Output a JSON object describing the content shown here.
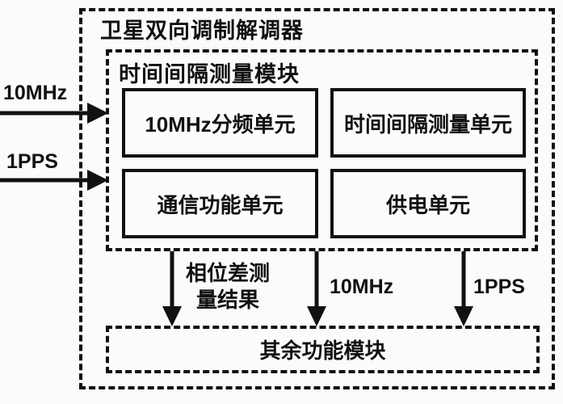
{
  "diagram": {
    "outer_module": {
      "title": "卫星双向调制解调器"
    },
    "inner_module": {
      "title": "时间间隔测量模块",
      "units": [
        {
          "label": "10MHz分频单元"
        },
        {
          "label": "时间间隔测量单元"
        },
        {
          "label": "通信功能单元"
        },
        {
          "label": "供电单元"
        }
      ]
    },
    "bottom_module": {
      "label": "其余功能模块"
    },
    "inputs": [
      {
        "label": "10MHz"
      },
      {
        "label": "1PPS"
      }
    ],
    "outputs": [
      {
        "label": "相位差测量结果",
        "line1": "相位差测",
        "line2": "量结果"
      },
      {
        "label": "10MHz"
      },
      {
        "label": "1PPS"
      }
    ],
    "colors": {
      "background": "#fbfbfb",
      "stroke": "#111111",
      "box_fill": "#fcfcfc"
    }
  }
}
